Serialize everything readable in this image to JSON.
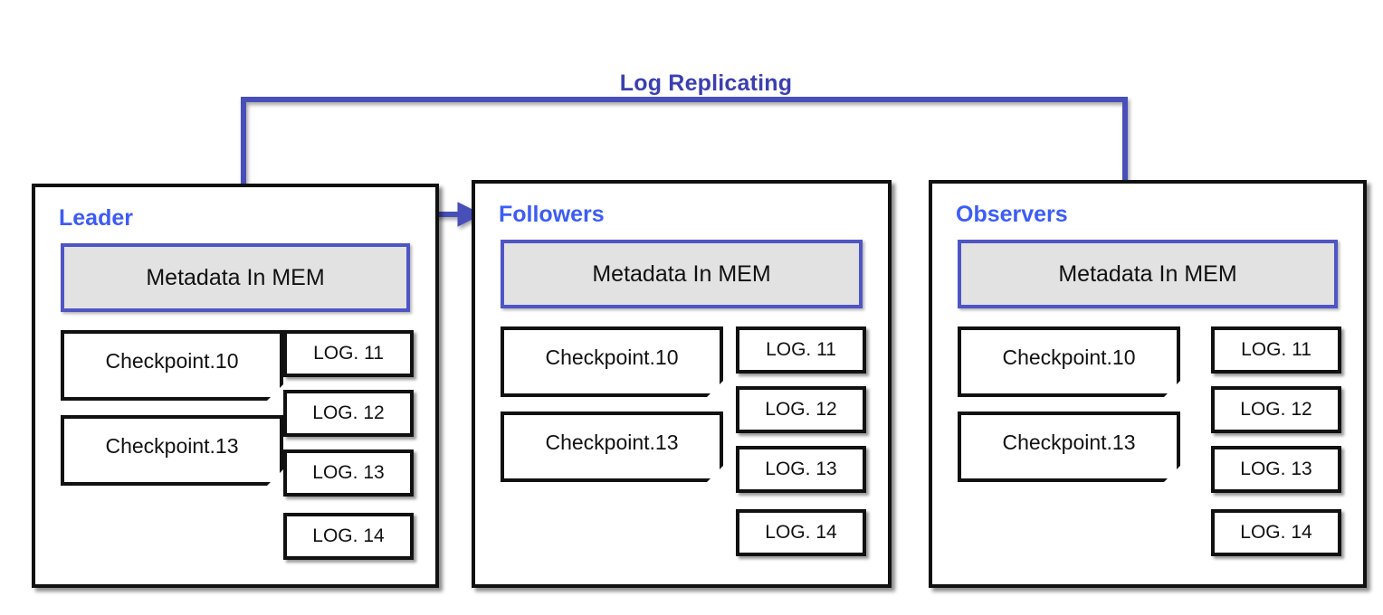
{
  "title": "Log Replicating",
  "colors": {
    "title_text": "#3b3fb0",
    "node_label": "#3d5cf5",
    "arrow": "#4a50b8",
    "metadata_border": "#4f55c4",
    "metadata_fill": "#e2e2e2",
    "panel_border": "#111111",
    "background": "#ffffff"
  },
  "nodes": [
    {
      "id": "leader",
      "label": "Leader",
      "metadata_label": "Metadata In MEM",
      "checkpoints": [
        "Checkpoint.10",
        "Checkpoint.13"
      ],
      "logs": [
        "LOG. 11",
        "LOG. 12",
        "LOG. 13",
        "LOG. 14"
      ]
    },
    {
      "id": "followers",
      "label": "Followers",
      "metadata_label": "Metadata In MEM",
      "checkpoints": [
        "Checkpoint.10",
        "Checkpoint.13"
      ],
      "logs": [
        "LOG. 11",
        "LOG. 12",
        "LOG. 13",
        "LOG. 14"
      ]
    },
    {
      "id": "observers",
      "label": "Observers",
      "metadata_label": "Metadata In MEM",
      "checkpoints": [
        "Checkpoint.10",
        "Checkpoint.13"
      ],
      "logs": [
        "LOG. 11",
        "LOG. 12",
        "LOG. 13",
        "LOG. 14"
      ]
    }
  ],
  "connectors": [
    {
      "from": "leader",
      "to": "followers",
      "kind": "replication-arrow"
    },
    {
      "from": "leader",
      "to": "observers",
      "kind": "replication-arrow"
    }
  ]
}
